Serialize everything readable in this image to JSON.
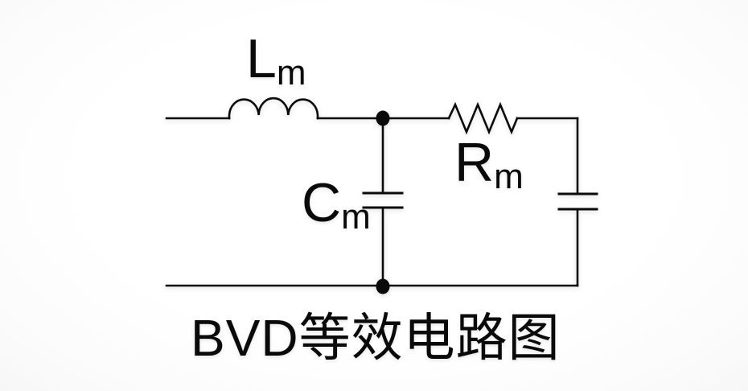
{
  "title": "BVD等效电路图",
  "labels": {
    "inductor": {
      "symbol": "L",
      "subscript": "m"
    },
    "series_capacitor": {
      "symbol": "C",
      "subscript": "m"
    },
    "resistor": {
      "symbol": "R",
      "subscript": "m"
    }
  },
  "icons": {
    "inductor": "inductor-coil-icon",
    "resistor": "resistor-zigzag-icon",
    "series_capacitor": "capacitor-plates-icon",
    "shunt_capacitor": "capacitor-plates-icon",
    "junction_top": "junction-dot-icon",
    "junction_bottom": "junction-dot-icon"
  },
  "colors": {
    "line": "#0a0a0a",
    "text": "#0a0a0a",
    "background": "#fdfdfd"
  }
}
